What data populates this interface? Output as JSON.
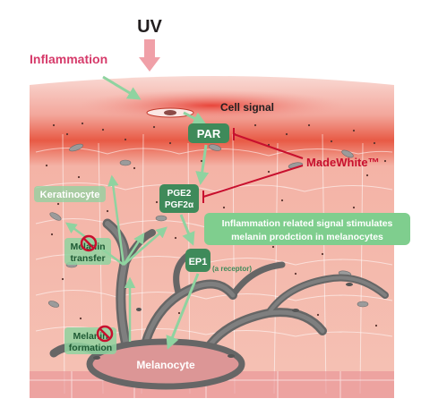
{
  "title": "UV",
  "labels": {
    "inflammation": "Inflammation",
    "cell_signal": "Cell signal",
    "par": "PAR",
    "product": "MadeWhite™",
    "keratinocyte": "Keratinocyte",
    "pge2": "PGE2",
    "pgf2a": "PGF2α",
    "callout_line1": "Inflammation related  signal stimulates",
    "callout_line2": "melanin prodction in melanocytes",
    "ep1": "EP1",
    "receptor_note": "(a receptor)",
    "melanin_transfer_1": "Melanin",
    "melanin_transfer_2": "transfer",
    "melanin_formation_1": "Melanin",
    "melanin_formation_2": "formation",
    "melanocyte": "Melanocyte"
  },
  "colors": {
    "uv_arrow": "#f0a0a8",
    "inflammation_text": "#d63a6a",
    "skin_top": "#f7c9c2",
    "skin_band": "#e8503c",
    "skin_lower": "#f6cbbd",
    "node_green": "#3f8a5a",
    "light_green": "#8fd3a0",
    "callout_bg": "#7fce8e",
    "inhibit_red": "#c8102e",
    "melanocyte_body": "#d98c8c",
    "melanocyte_outline": "#666666",
    "melanosome": "#9a9a9a"
  },
  "icons": [
    "no-sign-icon"
  ]
}
